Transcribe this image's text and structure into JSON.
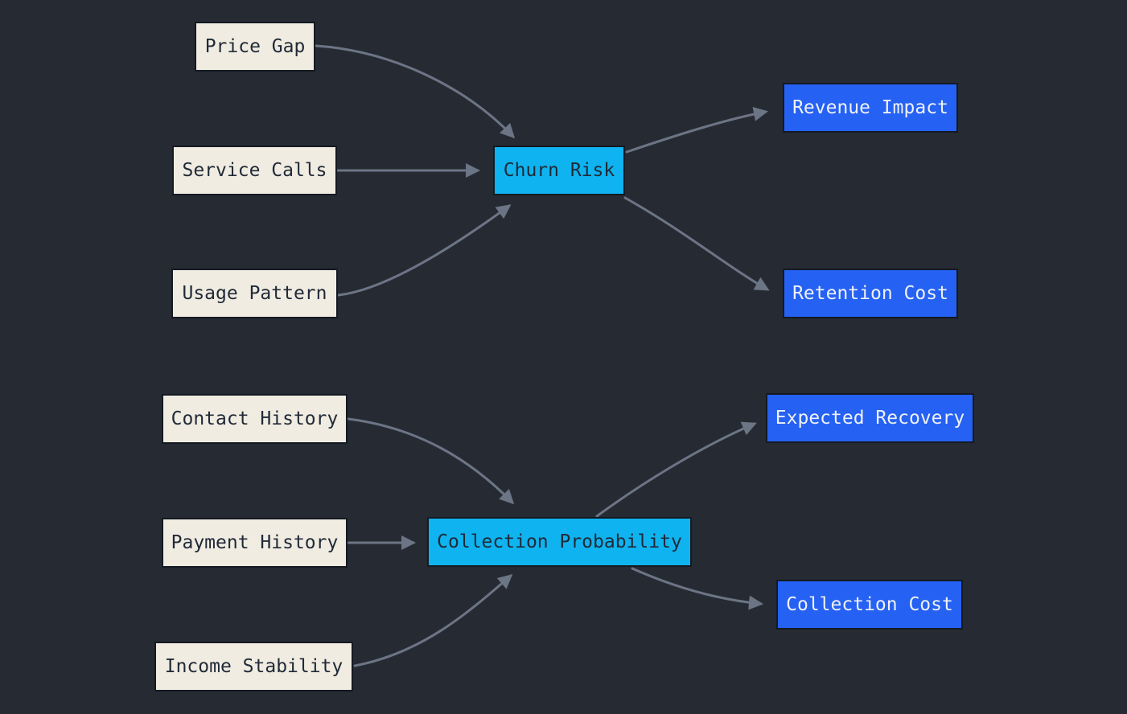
{
  "diagram_type": "flowchart",
  "colors": {
    "background": "#262b33",
    "edge": "#6c7585",
    "node_border": "#141a23",
    "input_fill": "#f0ece1",
    "input_text": "#212a38",
    "hub_fill": "#0fb3ef",
    "hub_text": "#1f2a38",
    "output_fill": "#2561f2",
    "output_text": "#eef1f8"
  },
  "nodes": [
    {
      "id": "price-gap",
      "label": "Price Gap",
      "role": "input"
    },
    {
      "id": "service-calls",
      "label": "Service Calls",
      "role": "input"
    },
    {
      "id": "usage-pattern",
      "label": "Usage Pattern",
      "role": "input"
    },
    {
      "id": "churn-risk",
      "label": "Churn Risk",
      "role": "hub"
    },
    {
      "id": "revenue-impact",
      "label": "Revenue Impact",
      "role": "output"
    },
    {
      "id": "retention-cost",
      "label": "Retention Cost",
      "role": "output"
    },
    {
      "id": "contact-history",
      "label": "Contact History",
      "role": "input"
    },
    {
      "id": "payment-history",
      "label": "Payment History",
      "role": "input"
    },
    {
      "id": "income-stability",
      "label": "Income Stability",
      "role": "input"
    },
    {
      "id": "collection-probability",
      "label": "Collection Probability",
      "role": "hub"
    },
    {
      "id": "expected-recovery",
      "label": "Expected Recovery",
      "role": "output"
    },
    {
      "id": "collection-cost",
      "label": "Collection Cost",
      "role": "output"
    }
  ],
  "edges": [
    {
      "from": "Price Gap",
      "to": "Churn Risk"
    },
    {
      "from": "Service Calls",
      "to": "Churn Risk"
    },
    {
      "from": "Usage Pattern",
      "to": "Churn Risk"
    },
    {
      "from": "Churn Risk",
      "to": "Revenue Impact"
    },
    {
      "from": "Churn Risk",
      "to": "Retention Cost"
    },
    {
      "from": "Contact History",
      "to": "Collection Probability"
    },
    {
      "from": "Payment History",
      "to": "Collection Probability"
    },
    {
      "from": "Income Stability",
      "to": "Collection Probability"
    },
    {
      "from": "Collection Probability",
      "to": "Expected Recovery"
    },
    {
      "from": "Collection Probability",
      "to": "Collection Cost"
    }
  ]
}
